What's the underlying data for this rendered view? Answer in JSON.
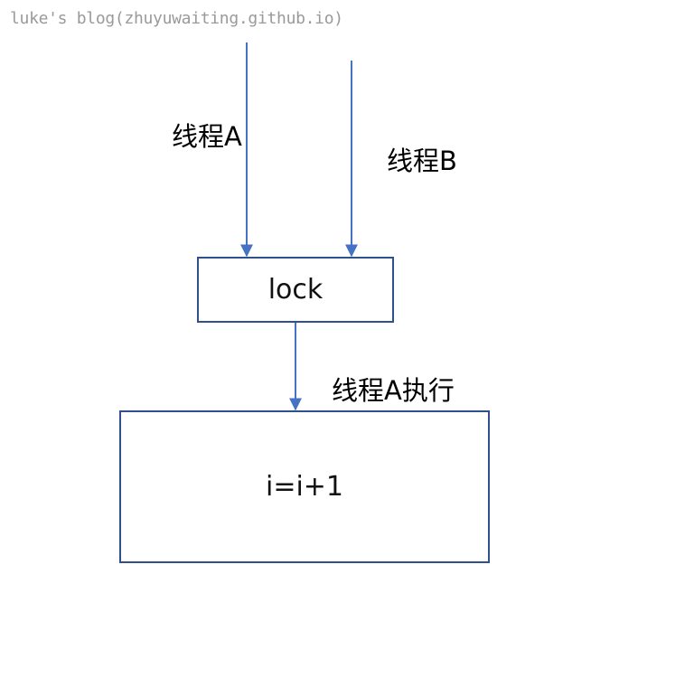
{
  "watermark": "luke's blog(zhuyuwaiting.github.io)",
  "labels": {
    "thread_a": "线程A",
    "thread_b": "线程B",
    "thread_a_exec": "线程A执行"
  },
  "boxes": {
    "lock": "lock",
    "critical": "i=i+1"
  },
  "colors": {
    "arrow": "#4472c4",
    "box_border": "#2f4f8f"
  }
}
